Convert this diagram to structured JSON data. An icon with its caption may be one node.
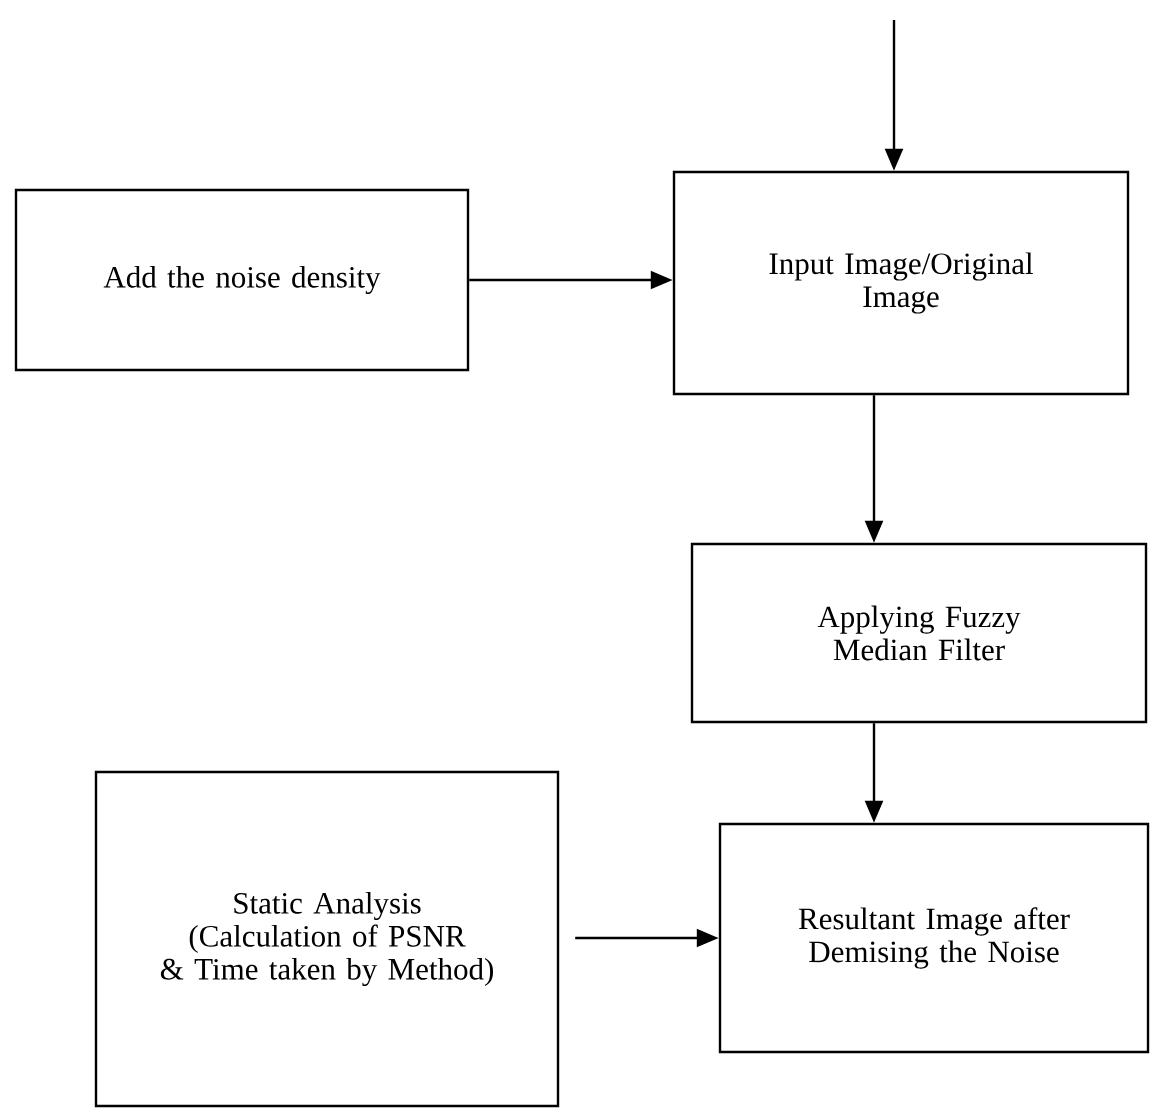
{
  "diagram": {
    "nodes": [
      {
        "text": [
          "Add the noise density"
        ]
      },
      {
        "text": [
          "Input Image/Original Image"
        ]
      },
      {
        "text": [
          "Applying Fuzzy Median Filter"
        ]
      },
      {
        "text": [
          "Static Analysis (Calculation of PSNR & Time taken by Method)"
        ]
      },
      {
        "text": [
          "Resultant Image after Demising the Noise"
        ]
      }
    ],
    "edges": [
      {
        "from": null,
        "to": 1,
        "arrow": "to"
      },
      {
        "from": 0,
        "to": 1,
        "arrow": "to"
      },
      {
        "from": 1,
        "to": 2,
        "arrow": "to"
      },
      {
        "from": 2,
        "to": 4,
        "arrow": "to"
      },
      {
        "from": 3,
        "to": 4,
        "arrow": "to"
      }
    ]
  }
}
